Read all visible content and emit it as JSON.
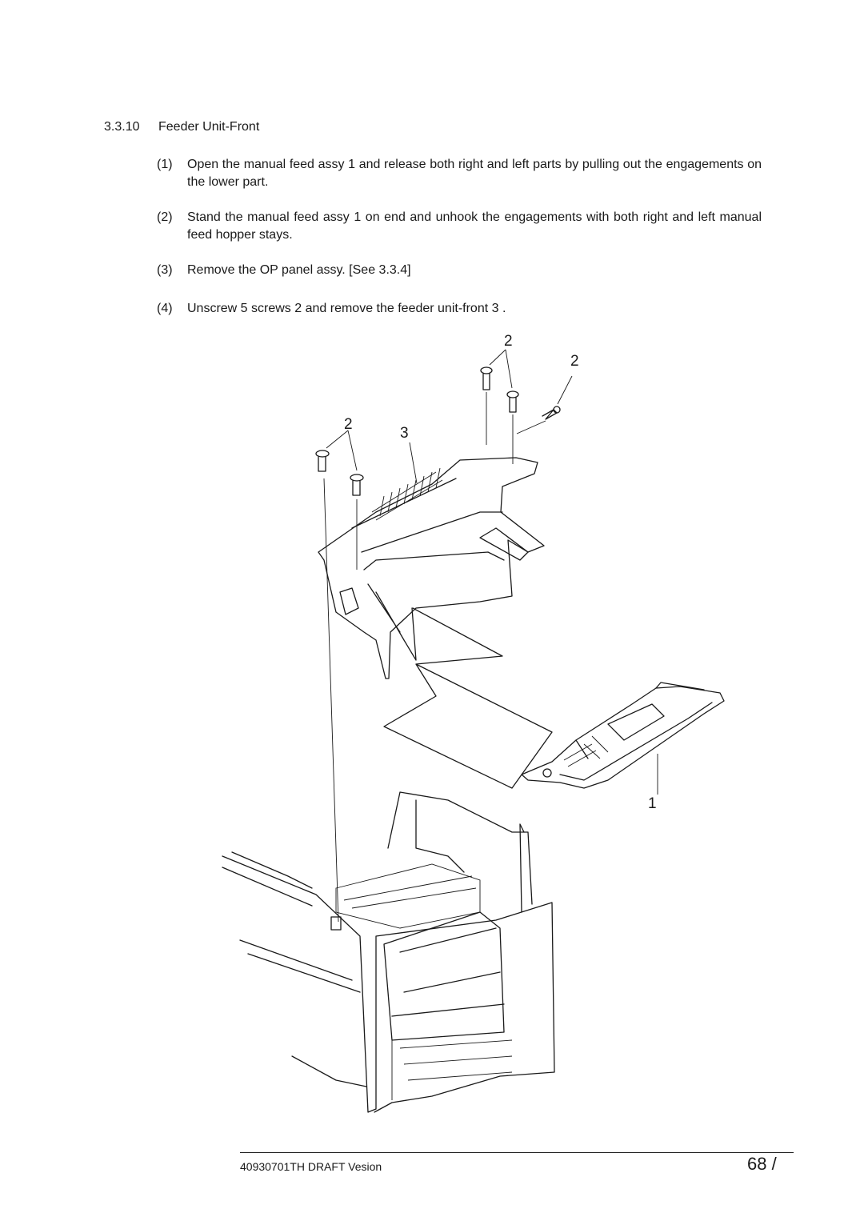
{
  "section": {
    "number": "3.3.10",
    "title": "Feeder Unit-Front"
  },
  "steps": [
    {
      "num": "(1)",
      "text": "Open the manual feed assy 1   and release both right and left parts by pulling out the engagements on the lower part."
    },
    {
      "num": "(2)",
      "text": "Stand the manual feed assy 1   on end and unhook the engagements with both right and left manual feed hopper stays."
    },
    {
      "num": "(3)",
      "text": "Remove the OP panel assy.  [See 3.3.4]"
    },
    {
      "num": "(4)",
      "text": "Unscrew 5 screws 2   and remove the feeder unit-front 3  ."
    }
  ],
  "figure": {
    "callouts": [
      {
        "label": "2"
      },
      {
        "label": "2"
      },
      {
        "label": "2"
      },
      {
        "label": "3"
      },
      {
        "label": "1"
      }
    ]
  },
  "footer": {
    "doc_id": "40930701TH  DRAFT Vesion",
    "page": "68 /"
  }
}
